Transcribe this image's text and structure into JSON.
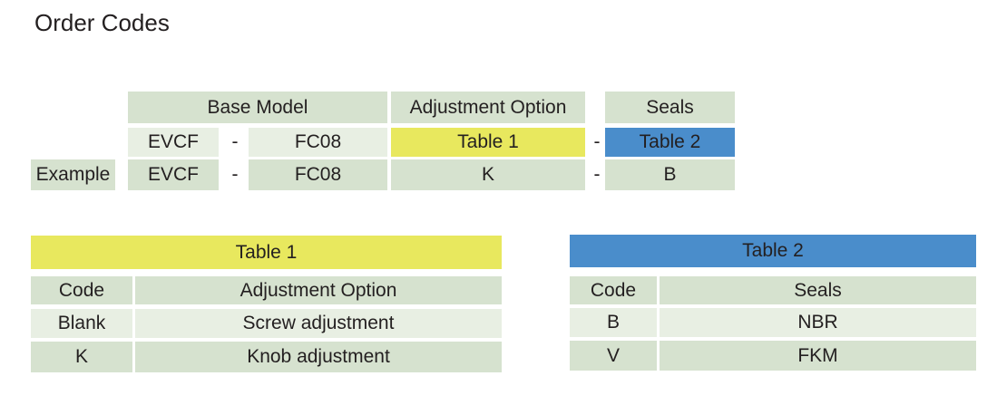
{
  "title": "Order Codes",
  "colors": {
    "header_green": "#d6e2cf",
    "light_green": "#e8efe3",
    "table1_yellow": "#e8e85e",
    "table2_blue": "#4a8dcb"
  },
  "code_structure": {
    "headers": [
      "Base Model",
      "Adjustment Option",
      "Seals"
    ],
    "template": {
      "prefix": "EVCF",
      "model": "FC08",
      "adjustment": "Table 1",
      "seals": "Table 2"
    },
    "example": {
      "label": "Example",
      "prefix": "EVCF",
      "model": "FC08",
      "adjustment": "K",
      "seals": "B"
    },
    "separator": "-"
  },
  "table1": {
    "title": "Table 1",
    "columns": [
      "Code",
      "Adjustment Option"
    ],
    "rows": [
      [
        "Blank",
        "Screw adjustment"
      ],
      [
        "K",
        "Knob adjustment"
      ]
    ]
  },
  "table2": {
    "title": "Table 2",
    "columns": [
      "Code",
      "Seals"
    ],
    "rows": [
      [
        "B",
        "NBR"
      ],
      [
        "V",
        "FKM"
      ]
    ]
  }
}
